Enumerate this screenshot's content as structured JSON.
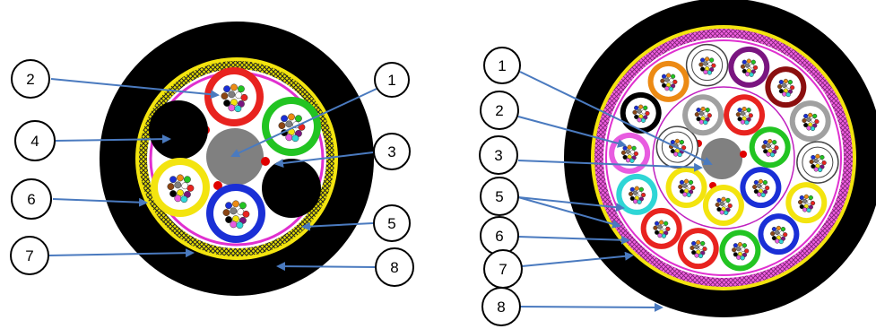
{
  "diagrams": [
    {
      "id": "left",
      "labels": [
        "1",
        "2",
        "3",
        "4",
        "5",
        "6",
        "7",
        "8"
      ],
      "tube_colors": [
        "#e8231f",
        "#22c422",
        "#1a2fd6",
        "#f3e40f"
      ],
      "filler_color": "#000000"
    },
    {
      "id": "right",
      "labels": [
        "1",
        "2",
        "3",
        "5",
        "6",
        "7",
        "8"
      ],
      "inner_tube_colors": [
        "#e8231f",
        "#22c422",
        "#1a2fd6",
        "#f3e40f",
        "#f3e40f",
        "#ffffff",
        "#a0a0a0"
      ],
      "outer_tube_colors": [
        "#000000",
        "#ec8a14",
        "#ffffff",
        "#7a1580",
        "#8b0f0f",
        "#a0a0a0",
        "#ffffff",
        "#f3e40f",
        "#1a2fd6",
        "#22c422",
        "#e8231f",
        "#e8231f",
        "#2fd6d6",
        "#e85ce0"
      ]
    }
  ],
  "colors": {
    "jacket": "#000000",
    "armor": "#e8e000",
    "binder": "#e030d0",
    "central_member": "#808080",
    "ripcord": "#e00000",
    "arrow": "#4a7abf"
  }
}
